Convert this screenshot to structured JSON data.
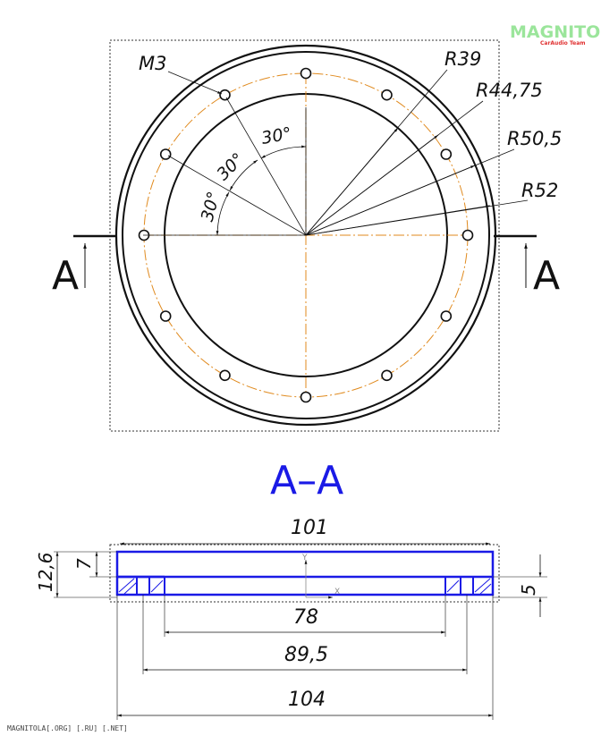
{
  "logo": {
    "text": "MAGNITOLA",
    "subtitle": "CarAudio Team",
    "color": "#9be59b",
    "accent_color": "#e03030"
  },
  "footer": {
    "text": "MAGNITOLA[.ORG] [.RU] [.NET]"
  },
  "top_view": {
    "thread_label": "M3",
    "radius_labels": [
      "R39",
      "R44,75",
      "R50,5",
      "R52"
    ],
    "angle_labels": [
      "30°",
      "30°",
      "30°"
    ],
    "section_marker_left": "A",
    "section_marker_right": "A",
    "hole_count": 12,
    "hole_circle_color": "#e08a1e"
  },
  "section_view": {
    "title": "A–A",
    "title_color": "#1a1ae6",
    "dimensions": {
      "top_width": "101",
      "total_height": "12,6",
      "flange_height": "7",
      "step_height": "5",
      "inner_dia": "78",
      "hole_dia": "89,5",
      "outer_dia": "104"
    },
    "axis_x": "X",
    "axis_y": "Y",
    "outline_color": "#1a1ae6"
  }
}
